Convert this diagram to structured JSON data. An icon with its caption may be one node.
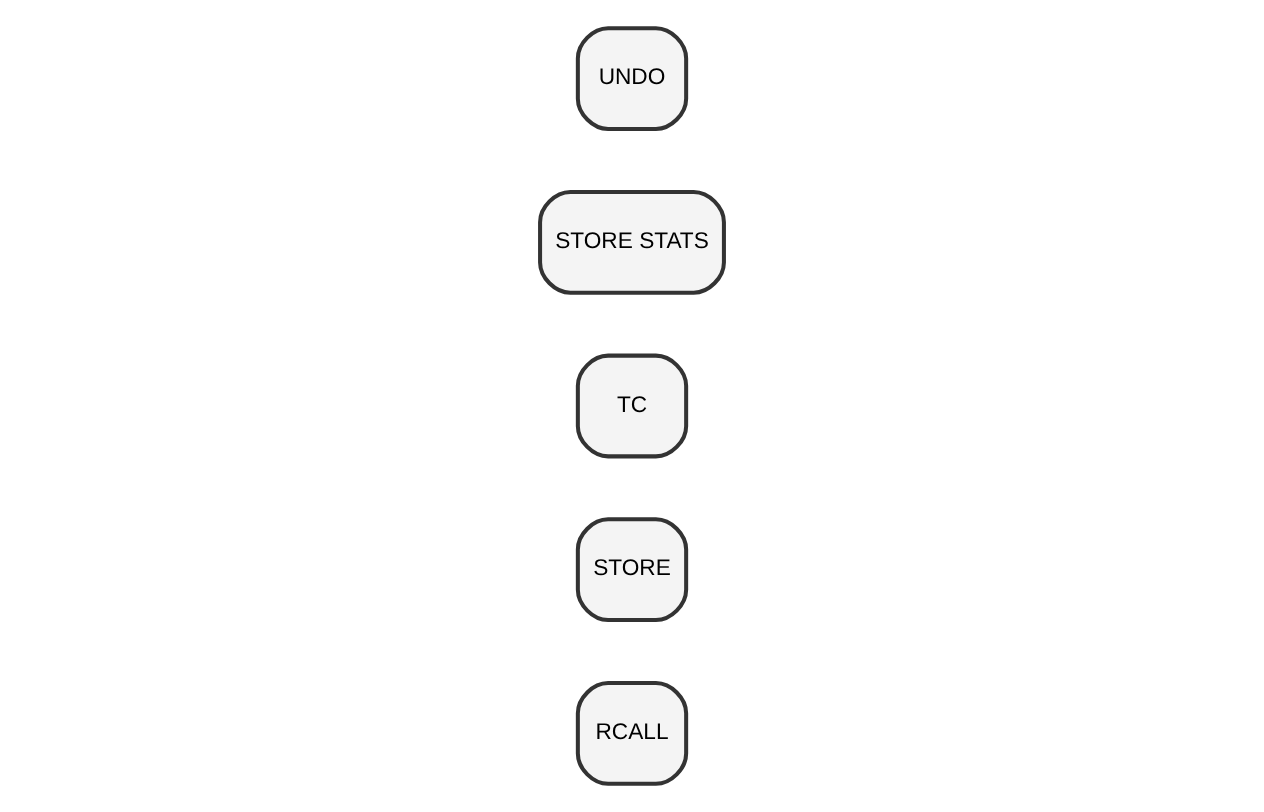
{
  "diagram": {
    "nodes": [
      {
        "text": [
          "UNDO"
        ]
      },
      {
        "text": [
          "STORE STATS"
        ]
      },
      {
        "text": [
          "TC"
        ]
      },
      {
        "text": [
          "STORE"
        ]
      },
      {
        "text": [
          "RCALL"
        ]
      }
    ]
  }
}
